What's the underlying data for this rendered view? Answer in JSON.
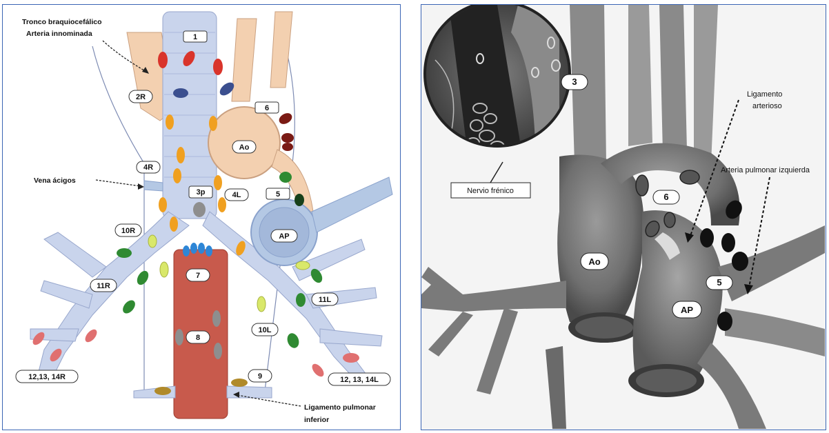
{
  "left_diagram": {
    "annotations": {
      "brachiocephalic_line1": "Tronco braquiocefálico",
      "brachiocephalic_line2": "Arteria innominada",
      "azygos_vein": "Vena ácigos",
      "pulmonary_ligament_line1": "Ligamento pulmonar",
      "pulmonary_ligament_line2": "inferior"
    },
    "station_labels": {
      "s1": "1",
      "s2R": "2R",
      "s6": "6",
      "ao": "Ao",
      "s4R": "4R",
      "s3p": "3p",
      "s4L": "4L",
      "s5": "5",
      "ap": "AP",
      "s10R": "10R",
      "s7": "7",
      "s11R": "11R",
      "s11L": "11L",
      "s10L": "10L",
      "s8": "8",
      "s12R": "12,13, 14R",
      "s9": "9",
      "s12L": "12, 13, 14L"
    },
    "colors": {
      "red": "#d9342b",
      "navy": "#3b4f8f",
      "orange": "#f0a020",
      "dark_red": "#7a1a14",
      "green": "#2f8a32",
      "lime": "#d9e86a",
      "gray": "#8e8e8e",
      "blue": "#2e86d6",
      "pink": "#e07070",
      "olive": "#b08a2a",
      "airway": "#c9d4ec",
      "vessel_tan": "#f3d0b0",
      "esophagus": "#c85a4c",
      "pa_blue": "#b4c8e4"
    }
  },
  "right_diagram": {
    "annotations": {
      "phrenic_nerve": "Nervio frénico",
      "arterial_ligament_line1": "Ligamento",
      "arterial_ligament_line2": "arterioso",
      "left_pulmonary_artery": "Arteria pulmonar izquierda"
    },
    "station_labels": {
      "s3": "3",
      "s6": "6",
      "ao": "Ao",
      "s5": "5",
      "ap": "AP"
    }
  }
}
